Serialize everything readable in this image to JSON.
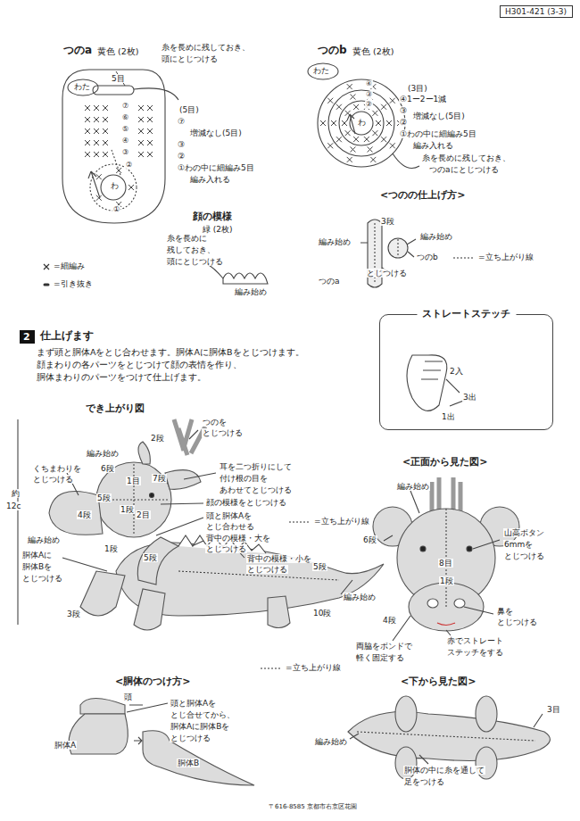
{
  "diagram": {
    "nodes": [
      {
        "text": [
          "H301-421 (3-3)"
        ]
      },
      {
        "text": [
          "2"
        ]
      },
      {
        "text": [
          "ストレートステッチ"
        ]
      }
    ],
    "labels": [
      "つのa",
      "黄色 (2枚)",
      "糸を長めに残しておき、",
      "頭にとじつける",
      "わた",
      "5目",
      "⑦",
      "⑥",
      "⑤",
      "④",
      "③",
      "②",
      "わ",
      "①",
      "(5目)",
      "⑦",
      "増減なし(5目)",
      "③",
      "②",
      "①わの中に細編み5目",
      "編み入れる",
      "顔の模様",
      "緑 (2枚)",
      "糸を長めに",
      "残しておき、",
      "頭にとじつける",
      "編み始め",
      "つのb",
      "黄色 (2枚)",
      "わた",
      "(3目)",
      "④1ー2ー1減",
      "③",
      "増減なし(5目)",
      "②",
      "①わの中に細編み5目",
      "編み入れる",
      "④",
      "③",
      "②",
      "わ",
      "糸を長めに残しておき、",
      "つのaにとじつける",
      "<つのの仕上げ方>",
      "3段",
      "編み始め",
      "編み始め",
      "つのb",
      "とじつける",
      "つのa",
      "仕上げます",
      "まず頭と胴体Aをとじ合わせます。胴体Aに胴体Bをとじつけます。",
      "顔まわりの各パーツをとじつけて顔の表情を作り、",
      "胴体まわりのパーツをつけて仕上げます。",
      "2入",
      "3出",
      "1出",
      "でき上がり図",
      "つのを",
      "とじつける",
      "2段",
      "編み始め",
      "くちまわりを",
      "とじつける",
      "6段",
      "1目",
      "7段",
      "耳を二つ折りにして",
      "付け根の目を",
      "あわせてとじつける",
      "5段",
      "1段",
      "4段",
      "2目",
      "顔の模様をとじつける",
      "頭と胴体Aを",
      "とじ合わせる",
      "背中の模様・大を",
      "とじつける",
      "背中の模様・小を",
      "とじつける",
      "約",
      "12c",
      "編み始め",
      "胴体Aに",
      "胴体Bを",
      "とじつける",
      "1段",
      "5段",
      "5段",
      "編み始め",
      "10段",
      "3段",
      "<正面から見た図>",
      "編み始め",
      "6段",
      "山高ボタン",
      "6mmを",
      "とじつける",
      "8目",
      "1段",
      "4段",
      "鼻を",
      "とじつける",
      "赤でストレート",
      "ステッチをする",
      "両脇をボンドで",
      "軽く固定する",
      "<胴体のつけ方>",
      "頭",
      "頭と胴体Aを",
      "とじ合せてから、",
      "胴体Aに胴体Bを",
      "とじつける",
      "胴体A",
      "胴体B",
      "<下から見た図>",
      "3目",
      "編み始め",
      "胴体の中に糸を通して",
      "足をつける",
      "〒616-8585 京都市右京区花園"
    ],
    "legend": [
      {
        "text": "=細編み"
      },
      {
        "text": "=引き抜き"
      },
      {
        "text": "=立ち上がり線"
      },
      {
        "text": "=立ち上がり線"
      },
      {
        "text": "=立ち上がり線"
      }
    ]
  }
}
